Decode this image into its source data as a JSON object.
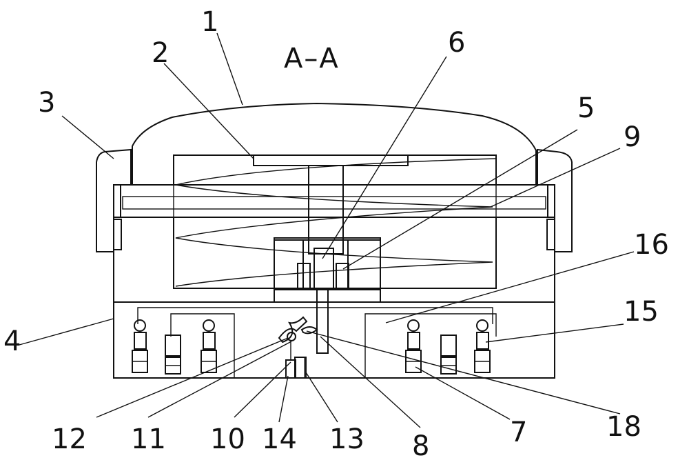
{
  "section_title": "A–A",
  "callouts": [
    {
      "id": "c1",
      "text": "1"
    },
    {
      "id": "c2",
      "text": "2"
    },
    {
      "id": "c3",
      "text": "3"
    },
    {
      "id": "c4",
      "text": "4"
    },
    {
      "id": "c5",
      "text": "5"
    },
    {
      "id": "c6",
      "text": "6"
    },
    {
      "id": "c7",
      "text": "7"
    },
    {
      "id": "c8",
      "text": "8"
    },
    {
      "id": "c9",
      "text": "9"
    },
    {
      "id": "c10",
      "text": "10"
    },
    {
      "id": "c11",
      "text": "11"
    },
    {
      "id": "c12",
      "text": "12"
    },
    {
      "id": "c13",
      "text": "13"
    },
    {
      "id": "c14",
      "text": "14"
    },
    {
      "id": "c15",
      "text": "15"
    },
    {
      "id": "c16",
      "text": "16"
    },
    {
      "id": "c18",
      "text": "18"
    }
  ],
  "colors": {
    "line": "#111111",
    "background": "#ffffff"
  }
}
